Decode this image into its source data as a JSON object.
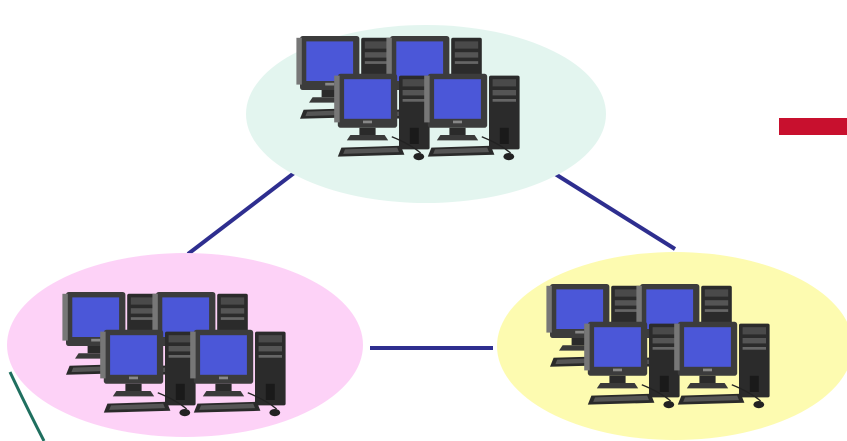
{
  "header": {
    "partial_text": ""
  },
  "colors": {
    "cluster_top": "#e3f5ef",
    "cluster_left": "#fdd2f7",
    "cluster_right": "#fdfbb0",
    "link": "#2e2e8f",
    "accent_bar": "#c8102e",
    "arc": "#1f6f5f",
    "screen": "#4b57d8",
    "tower": "#3a3a3a",
    "tower_dark": "#1c1c1c",
    "bezel": "#2a2a2a"
  },
  "icons": {
    "computer": "desktop-computer-icon",
    "network_link": "network-link"
  },
  "clusters": [
    {
      "name": "cluster-top",
      "fill_key": "cluster_top"
    },
    {
      "name": "cluster-left",
      "fill_key": "cluster_left"
    },
    {
      "name": "cluster-right",
      "fill_key": "cluster_right"
    }
  ]
}
